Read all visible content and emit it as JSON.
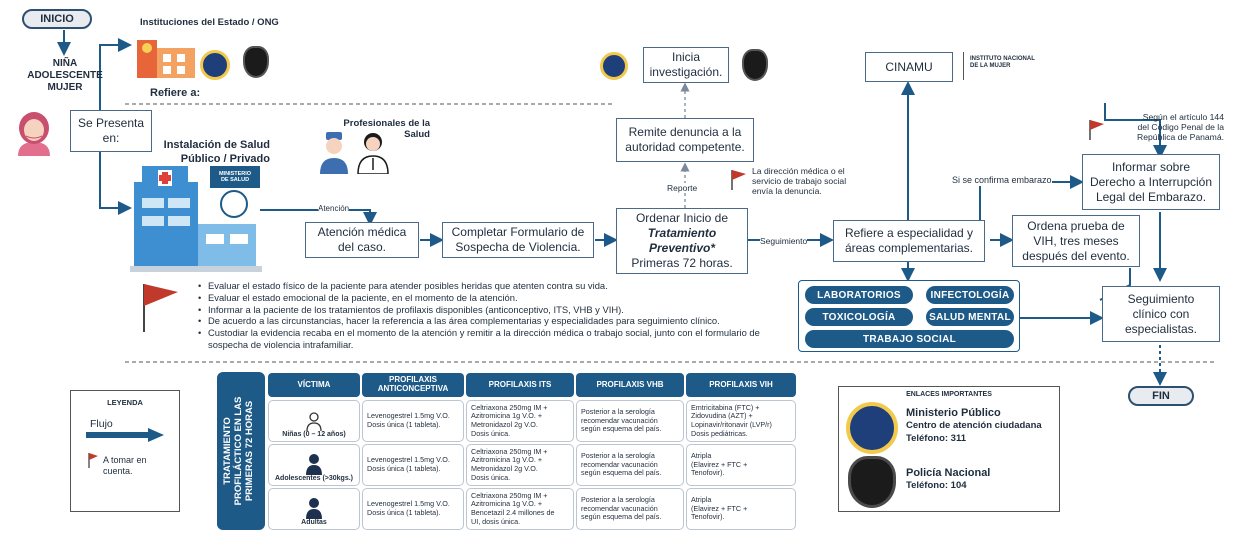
{
  "start": {
    "label": "INICIO"
  },
  "end": {
    "label": "FIN"
  },
  "person": {
    "label": "NIÑA\nADOLESCENTE\nMUJER"
  },
  "presents": {
    "label": "Se Presenta\nen:"
  },
  "institutions": {
    "title": "Instituciones del Estado / ONG",
    "refers": "Refiere a:"
  },
  "investigation": {
    "label": "Inicia\ninvestigación."
  },
  "cinamu": {
    "label": "CINAMU",
    "institute": "INSTITUTO NACIONAL\nDE LA MUJER"
  },
  "professionals": {
    "label": "Profesionales de la\nSalud"
  },
  "health_facility": {
    "label": "Instalación de Salud\nPúblico / Privado",
    "ministry": "MINISTERIO\nDE SALUD"
  },
  "flow": {
    "attention_label": "Atención",
    "attention_box": "Atención médica\ndel caso.",
    "form_box": "Completar Formulario de\nSospecha de Violencia.",
    "order_line1": "Ordenar Inicio de",
    "order_line2": "Tratamiento",
    "order_line3": "Preventivo*",
    "order_line4": "Primeras 72 horas.",
    "report_label": "Reporte",
    "denounce_box": "Remite denuncia a la\nautoridad competente.",
    "direction_note": "La dirección médica o el\nservicio de trabajo social\nenvía la denuncia.",
    "followup_label": "Seguimiento",
    "refer_box": "Refiere a especialidad y\náreas complementarias.",
    "if_pregnant": "Si se confirma embarazo",
    "inform_box": "Informar sobre\nDerecho a Interrupción\nLegal del Embarazo.",
    "article_note": "Según el artículo 144\ndel Código Penal de la\nRepública de Panamá.",
    "hiv_box": "Ordena prueba de\nVIH, tres meses\ndespués del evento.",
    "clinical_box": "Seguimiento\nclínico con\nespecialistas."
  },
  "areas": [
    "LABORATORIOS",
    "INFECTOLOGÍA",
    "TOXICOLOGÍA",
    "SALUD MENTAL",
    "TRABAJO SOCIAL"
  ],
  "instructions": [
    "Evaluar el estado físico de la paciente para atender posibles heridas que atenten contra su vida.",
    "Evaluar el estado emocional de la paciente, en el momento de la atención.",
    "Informar a la paciente de los tratamientos de profilaxis disponibles (anticonceptivo, ITS, VHB y VIH).",
    "De acuerdo a las circunstancias, hacer la referencia a las área complementarias y especialidades para seguimiento clínico.",
    "Custodiar la evidencia recaba en el momento de la atención y remitir a la dirección médica o trabajo social, junto con el formulario de sospecha de violencia intrafamiliar."
  ],
  "legend": {
    "title": "LEYENDA",
    "flow": "Flujo",
    "note": "A tomar en\ncuenta."
  },
  "table": {
    "side_title": "TRATAMIENTO\nPROFILÁCTICO EN LAS\nPRIMERAS 72 HORAS",
    "headers": [
      "VÍCTIMA",
      "PROFILAXIS\nANTICONCEPTIVA",
      "PROFILAXIS ITS",
      "PROFILAXIS VHB",
      "PROFILAXIS VIH"
    ],
    "rows": [
      {
        "victim": "Niñas (0 – 12 años)",
        "contraceptive": "Levenogestrel 1.5mg V.O.\nDosis única (1 tableta).",
        "its": "Celtriaxona 250mg IM +\nAzitromicina 1g V.O. +\nMetronidazol 2g V.O.\nDosis única.",
        "vhb": "Posterior a la serología\nrecomendar vacunación\nsegún esquema del país.",
        "vih": "Emtricitabina (FTC) +\nZidovudina (AZT) +\nLopinavir/ritonavir (LVP/r)\nDosis pediátricas."
      },
      {
        "victim": "Adolescentes (>30kgs.)",
        "contraceptive": "Levenogestrel 1.5mg V.O.\nDosis única (1 tableta).",
        "its": "Celtriaxona 250mg IM +\nAzitromicina 1g V.O. +\nMetronidazol 2g V.O.\nDosis única.",
        "vhb": "Posterior a la serología\nrecomendar vacunación\nsegún esquema del país.",
        "vih": "Atripla\n(Elavirez + FTC +\nTenofovir)."
      },
      {
        "victim": "Adultas",
        "contraceptive": "Levenogestrel 1.5mg V.O.\nDosis única (1 tableta).",
        "its": "Celtriaxona 250mg IM +\nAzitromicina 1g V.O. +\nBencetazil 2.4 millones de\nUI, dosis única.",
        "vhb": "Posterior a la serología\nrecomendar vacunación\nsegún esquema del país.",
        "vih": "Atripla\n(Elavirez + FTC +\nTenofovir)."
      }
    ]
  },
  "links": {
    "title": "ENLACES IMPORTANTES",
    "mp_name": "Ministerio Público",
    "mp_line2": "Centro de atención ciudadana",
    "mp_phone": "Teléfono: 311",
    "pn_name": "Policía Nacional",
    "pn_phone": "Teléfono: 104"
  },
  "colors": {
    "primary": "#1e5a87",
    "border": "#4a6a88",
    "flag": "#c0392b"
  }
}
